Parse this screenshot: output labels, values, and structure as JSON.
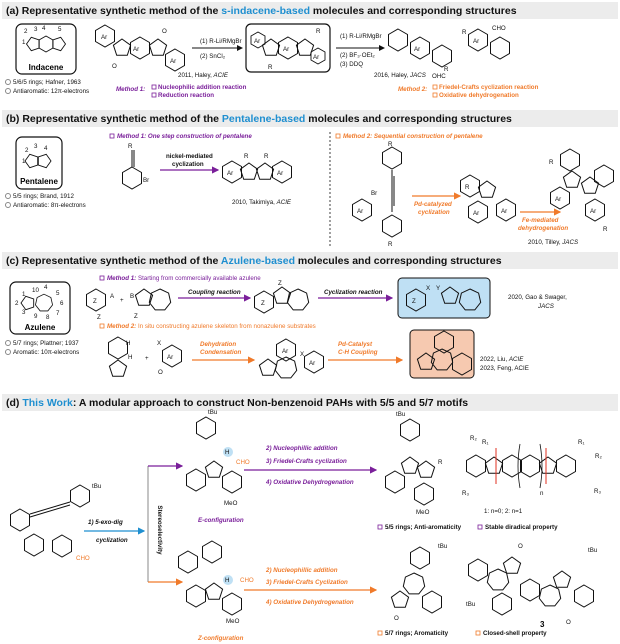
{
  "colors": {
    "header_bg": "#ececec",
    "blue": "#1f8fd0",
    "purple": "#7a1f9a",
    "orange": "#f07a2a",
    "peach": "#f6c9b0",
    "ring_blue": "#bfe0f4"
  },
  "sectionA": {
    "header_pre": "(a) Representative synthetic method of the ",
    "header_hl": "s-indacene-based",
    "header_post": " molecules and corresponding structures",
    "core_title": "Indacene",
    "ring_nums": [
      "1",
      "2",
      "3",
      "4",
      "5"
    ],
    "info1": "5/6/5 rings; Hafner, 1963",
    "info2": "Antiaromatic: 12π-electrons",
    "step1a": "(1) R-Li/RMgBr",
    "step1b": "(2) SnCl₂",
    "ref1": "2011, Haley, ",
    "ref1_j": "ACIE",
    "step2a": "(1) R-Li/RMgBr",
    "step2b": "(2) BF₃·OEt₂",
    "step2c": "(3) DDQ",
    "ref2": "2016, Haley, ",
    "ref2_j": "JACS",
    "m1_label": "Method 1:",
    "m1_a": "Nucleophilic addition reaction",
    "m1_b": "Reduction reaction",
    "m2_label": "Method 2:",
    "m2_a": "Friedel-Crafts cyclization reaction",
    "m2_b": "Oxidative dehydrogenation",
    "ar": "Ar",
    "r": "R",
    "o": "O",
    "cho": "CHO",
    "ohc": "OHC"
  },
  "sectionB": {
    "header_pre": "(b) Representative synthetic method of the ",
    "header_hl": "Pentalene-based",
    "header_post": " molecules and corresponding structures",
    "core_title": "Pentalene",
    "ring_nums": [
      "1",
      "2",
      "3",
      "4"
    ],
    "info1": "5/5 rings; Brand, 1912",
    "info2": "Antiaromatic: 8π-electrons",
    "m1": "Method 1: One step construction of pentalene",
    "m2": "Method 2: Sequential construction of pentalene",
    "arrow1a": "nickel-mediated",
    "arrow1b": "cyclization",
    "ref1": "2010, Takimiya, ",
    "ref1_j": "ACIE",
    "arrow2a": "Pd-catalyzed",
    "arrow2b": "cyclization",
    "arrow3a": "Fe-mediated",
    "arrow3b": "dehydrogenation",
    "ref2": "2010, Tilley, ",
    "ref2_j": "JACS",
    "br": "Br"
  },
  "sectionC": {
    "header_pre": "(c) Representative synthetic method of the ",
    "header_hl": "Azulene-based",
    "header_post": " molecules and corresponding structures",
    "core_title": "Azulene",
    "ring_nums": [
      "1",
      "2",
      "3",
      "4",
      "5",
      "6",
      "7",
      "8",
      "9",
      "10"
    ],
    "info1": "5/7 rings; Plattner; 1937",
    "info2": "Aromatic: 10π-electrons",
    "m1_label": "Method 1:",
    "m1_text": " Starting from commercially available azulene",
    "m2_label": "Method 2:",
    "m2_text": " In situ constructing azulene skeleton from nonazulene substrates",
    "coupling": "Coupling reaction",
    "cyclization": "Cyclization reaction",
    "ref1a": "2020, Gao & Swager,",
    "ref1b": "JACS",
    "dehyd1": "Dehydration",
    "dehyd2": "Condensation",
    "pd1": "Pd-Catalyst",
    "pd2": "C-H Coupling",
    "ref2a": "2022, Liu, ",
    "ref2a_j": "ACIE",
    "ref2b": "2023, Feng, ACIE",
    "x": "X",
    "y": "Y",
    "z": "Z",
    "a": "A",
    "b": "B",
    "h": "H",
    "plus": "+"
  },
  "sectionD": {
    "header_hl": "This Work",
    "header_post": ": A modular approach to construct Non-benzenoid PAHs with 5/5 and 5/7 motifs",
    "cyc1": "1) 5-exo-dig",
    "cyc2": "cyclization",
    "stereo": "Stereoselectivity",
    "e_steps": [
      "2) Nucleophillic addition",
      "3) Friedel-Crafts cyclization",
      "4) Oxidative Dehydrogenation"
    ],
    "z_steps": [
      "2) Nucleophillic addition",
      "3) Friedel-Crafts Cyclization",
      "4) Oxidative Dehydrogenation"
    ],
    "e_config": "E-configuration",
    "z_config": "Z-configuration",
    "tbu": "tBu",
    "meo": "MeO",
    "res1": "5/5 rings; Anti-aromaticity",
    "res2": "Stable diradical property",
    "res3": "5/7 rings; Aromaticity",
    "res4": "Closed-shell property",
    "n_label": "1: n=0; 2: n=1",
    "n": "n",
    "three": "3",
    "r1": "R₁",
    "r2": "R₂",
    "r3": "R₃",
    "r": "R"
  }
}
